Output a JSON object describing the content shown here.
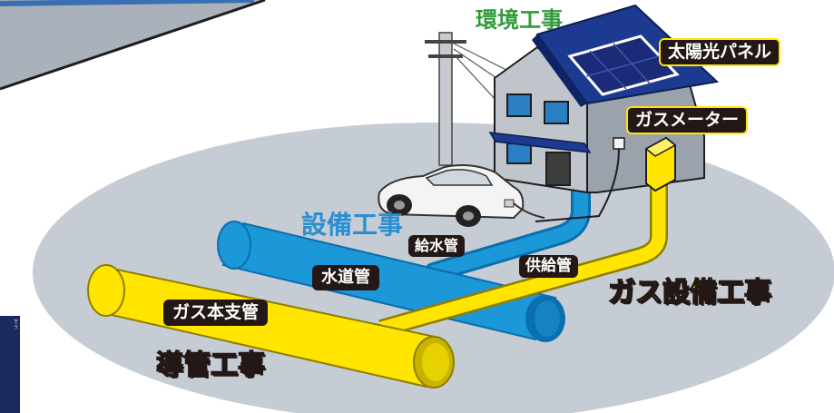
{
  "labels": {
    "environment_work": "環境工事",
    "solar_panel": "太陽光パネル",
    "gas_meter": "ガスメーター",
    "equipment_work": "設備工事",
    "water_supply_pipe": "給水管",
    "water_main": "水道管",
    "service_pipe": "供給管",
    "gas_equipment_work": "ガス設備工事",
    "gas_main_branch": "ガス本支管",
    "pipeline_work": "導管工事"
  },
  "side_panel_text": "で\nう",
  "colors": {
    "ground": "#c6ccd4",
    "gas_yellow": "#ffe500",
    "gas_yellow_dark": "#c9b300",
    "water_blue": "#1c97d8",
    "water_blue_dark": "#0a6fae",
    "roof_blue": "#1c3a8f",
    "wall_gray": "#b9bec5",
    "green_heading": "#2f9a3c",
    "blue_heading": "#2a8fd0",
    "yellow_heading": "#ffe500",
    "tag_bg": "#231815",
    "side_panel": "#1a2a5e"
  }
}
